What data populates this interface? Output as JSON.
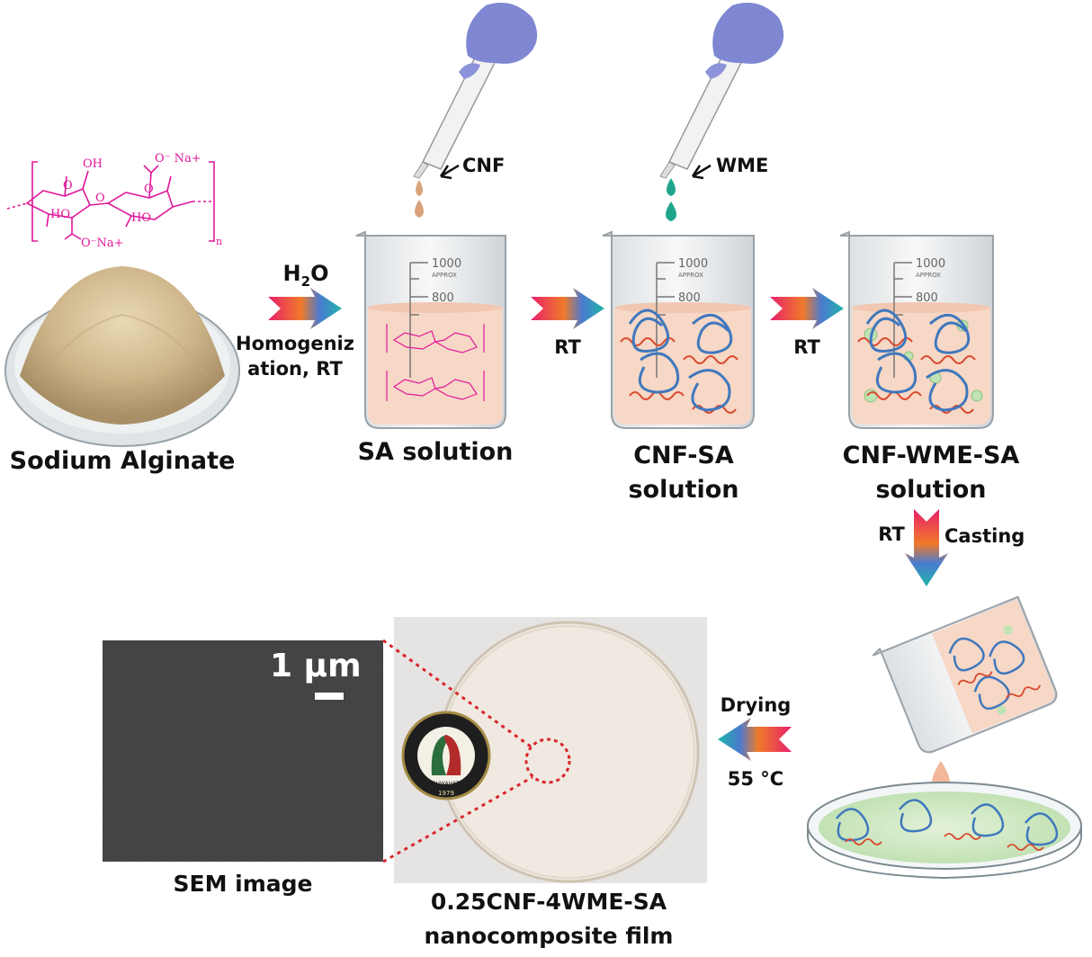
{
  "chem": {
    "oh_top": "OH",
    "carboxylate_top": "O⁻ Na+",
    "o_ring1": "O",
    "o_ring2": "O",
    "o_link": "O",
    "ho_left": "HO",
    "ho_mid": "HO",
    "carboxylate_bottom": "O⁻Na+",
    "subscript_n": "n"
  },
  "labels": {
    "sodium_alginate": "Sodium Alginate",
    "h2o_main": "H",
    "h2o_sub": "2",
    "h2o_end": "O",
    "homogenization_line1": "Homogeniz",
    "homogenization_line2": "ation, RT",
    "sa_solution": "SA solution",
    "cnf_drop": "CNF",
    "wme_drop": "WME",
    "rt_arrow2": "RT",
    "rt_arrow3": "RT",
    "cnf_sa_line1": "CNF-SA",
    "cnf_sa_line2": "solution",
    "cnf_wme_sa_line1": "CNF-WME-SA",
    "cnf_wme_sa_line2": "solution",
    "rt_casting": "RT",
    "casting": "Casting",
    "drying": "Drying",
    "drying_temp": "55 °C",
    "sem_image": "SEM image",
    "scale_bar": "1 μm",
    "film_line1": "0.25CNF-4WME-SA",
    "film_line2": "nanocomposite film",
    "beaker_1000": "1000",
    "beaker_approx": "APPROX",
    "beaker_800": "800",
    "seal_year": "1979",
    "seal_city": "GUWAHATI"
  },
  "colors": {
    "alginate_magenta": "#e0189a",
    "solution_peach": "#f7d7c6",
    "fiber_blue": "#3f78bd",
    "chain_red": "#d94a2e",
    "cnf_drop": "#d9a27a",
    "wme_drop": "#1fa58a",
    "glove_blue": "#7f86d2",
    "sem_gray": "#454545",
    "film_bg": "#e6e4e2",
    "dotted_red": "#d9262b"
  }
}
